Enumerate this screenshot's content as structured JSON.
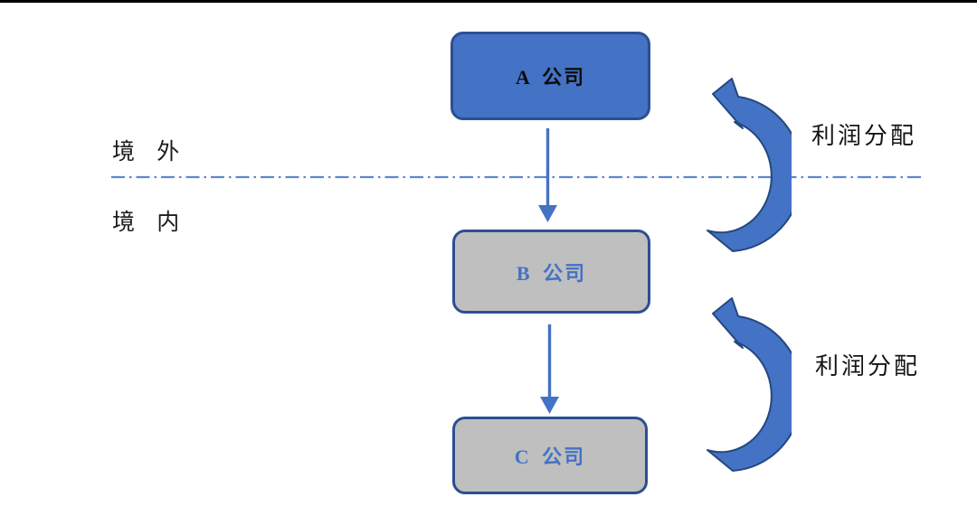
{
  "regions": {
    "overseas": "境 外",
    "domestic": "境 内"
  },
  "nodes": {
    "a": {
      "label": "A 公司",
      "fill": "#4472C4",
      "text_color": "#000000",
      "border_color": "#2B4F92"
    },
    "b": {
      "label": "B 公司",
      "fill": "#BFBFBF",
      "text_color": "#4472C4",
      "border_color": "#2B4F92"
    },
    "c": {
      "label": "C 公司",
      "fill": "#BFBFBF",
      "text_color": "#4472C4",
      "border_color": "#2B4F92"
    }
  },
  "profit_labels": [
    "利润分配",
    "利润分配"
  ],
  "colors": {
    "arrow": "#4472C4",
    "arrow_outline": "#24477F",
    "divider_line": "#5F87CE",
    "top_rule": "#000000"
  }
}
